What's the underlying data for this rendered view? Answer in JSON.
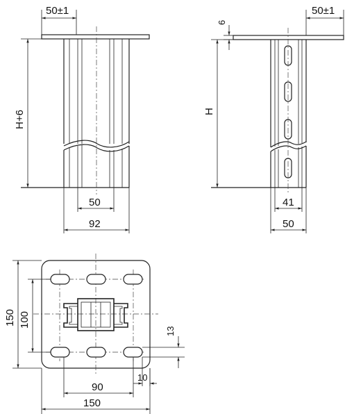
{
  "front_view": {
    "dim_flange_width": "50±1",
    "dim_height": "H+6",
    "dim_inner_width": "50",
    "dim_outer_width": "92"
  },
  "side_view": {
    "dim_flange_thickness": "6",
    "dim_flange_width": "50±1",
    "dim_height": "H",
    "dim_inner_width": "41",
    "dim_outer_width": "50"
  },
  "plan_view": {
    "dim_plate_height": "150",
    "dim_hole_spacing_vertical": "100",
    "dim_slot_width": "13",
    "dim_hole_spacing_horizontal": "90",
    "dim_edge_offset": "10",
    "dim_plate_width": "150"
  }
}
